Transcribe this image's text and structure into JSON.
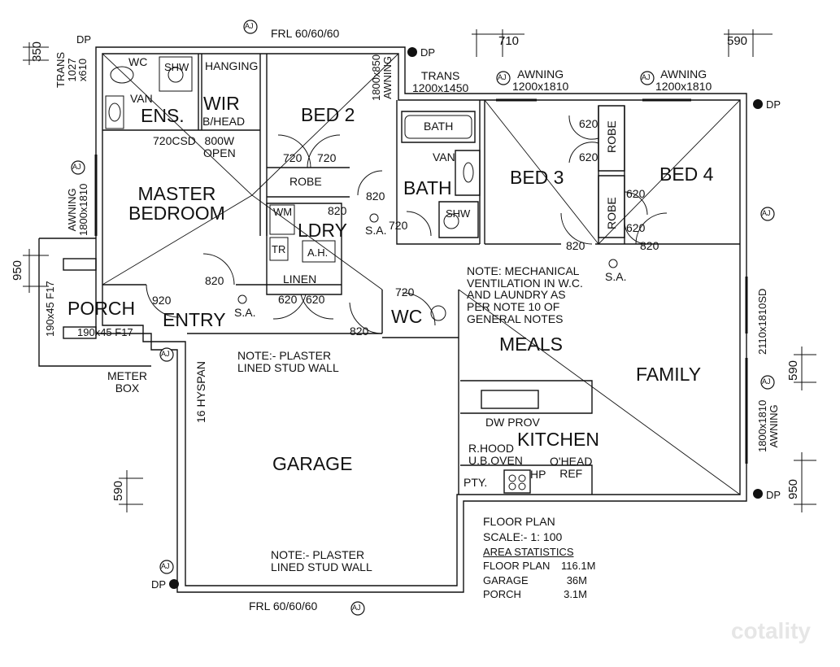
{
  "rooms": {
    "ens": "ENS.",
    "wir": "WIR",
    "bed2": "BED 2",
    "master": "MASTER\nBEDROOM",
    "ldry": "LDRY",
    "bath": "BATH",
    "bed3": "BED 3",
    "bed4": "BED 4",
    "porch": "PORCH",
    "entry": "ENTRY",
    "wc": "WC",
    "meals": "MEALS",
    "family": "FAMILY",
    "kitchen": "KITCHEN",
    "garage": "GARAGE"
  },
  "fixtures": {
    "wc_ens": "WC",
    "shw_ens": "SHW",
    "hanging": "HANGING",
    "van_ens": "VAN",
    "bhead": "B/HEAD",
    "closet": "800W\nOPEN",
    "robe_bed2": "ROBE",
    "wm": "WM",
    "tr": "TR",
    "ah": "A.H.",
    "linen": "LINEN",
    "bath_tub": "BATH",
    "van_bath": "VAN",
    "shw_bath": "SHW",
    "robe3": "ROBE",
    "robe4": "ROBE",
    "dw_prov": "DW PROV",
    "rhood": "R.HOOD\nU.B.OVEN",
    "hp": "HP",
    "pty": "PTY.",
    "ohead": "O'HEAD\nREF",
    "meter_box": "METER\nBOX"
  },
  "dims": {
    "d720csd": "720CSD",
    "d720a": "720",
    "d720b": "720",
    "d820_ldry": "820",
    "d820_bath": "820",
    "d720_bath": "720",
    "d620a": "620",
    "d620b": "620",
    "d620c": "620",
    "d620d": "620",
    "d820_b3": "820",
    "d820_b4": "820",
    "d820_master": "820",
    "d920": "920",
    "d620_lin1": "620",
    "d620_lin2": "620",
    "d720_wc": "720",
    "d820_entry": "820",
    "d710": "710",
    "d590_top": "590",
    "d350": "350",
    "d950_l": "950",
    "d590_r": "590",
    "d950_r": "950",
    "d590_l": "590"
  },
  "windows": {
    "frl_top": "FRL 60/60/60",
    "frl_bottom": "FRL 60/60/60",
    "trans_top": "TRANS\n1200x1450",
    "awning1": "AWNING\n1200x1810",
    "awning2": "AWNING\n1200x1810",
    "awning_bed2": "1800x850\nAWNING",
    "trans_left": "TRANS\n1027\nx610",
    "awning_left": "AWNING\n1800x1810",
    "sd_right": "2110x1810SD",
    "awning_right": "1800x1810\nAWNING",
    "post1": "190x45 F17",
    "post2": "190x45 F17",
    "hyspan": "16 HYSPAN"
  },
  "markers": {
    "dp": "DP",
    "aj": "AJ",
    "sa": "S.A."
  },
  "notes": {
    "mech": "NOTE: MECHANICAL\nVENTILATION IN W.C.\nAND LAUNDRY AS\nPER NOTE 10 OF\nGENERAL NOTES",
    "plaster1": "NOTE:- PLASTER\nLINED STUD WALL",
    "plaster2": "NOTE:- PLASTER\nLINED STUD WALL"
  },
  "legend": {
    "title": "FLOOR PLAN",
    "scale": "SCALE:- 1: 100",
    "area_title": "AREA STATISTICS",
    "rows": [
      {
        "label": "FLOOR PLAN",
        "value": "116.1M"
      },
      {
        "label": "GARAGE",
        "value": "36M"
      },
      {
        "label": "PORCH",
        "value": "3.1M"
      }
    ]
  },
  "watermark": "cotality",
  "colors": {
    "line": "#111111",
    "wall_fill": "#ffffff",
    "watermark": "#e6e6e6"
  }
}
